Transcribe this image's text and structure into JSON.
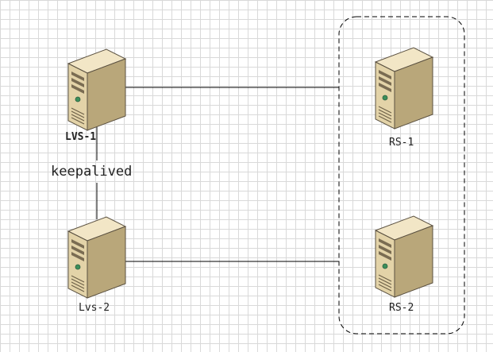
{
  "diagram": {
    "nodes": [
      {
        "id": "lvs1",
        "label": "LVS-1"
      },
      {
        "id": "lvs2",
        "label": "Lvs-2"
      },
      {
        "id": "rs1",
        "label": "RS-1"
      },
      {
        "id": "rs2",
        "label": "RS-2"
      }
    ],
    "edges": [
      {
        "from": "lvs1",
        "to": "lvs2",
        "label": "keepalived"
      },
      {
        "from": "lvs1",
        "to": "rs-group",
        "label": ""
      },
      {
        "from": "lvs2",
        "to": "rs-group",
        "label": ""
      }
    ],
    "colors": {
      "server_top": "#f2e6c6",
      "server_front": "#e3d3a8",
      "server_side": "#b9a77a",
      "outline": "#5a5040",
      "line": "#000000"
    },
    "icon": "server-tower-icon"
  }
}
